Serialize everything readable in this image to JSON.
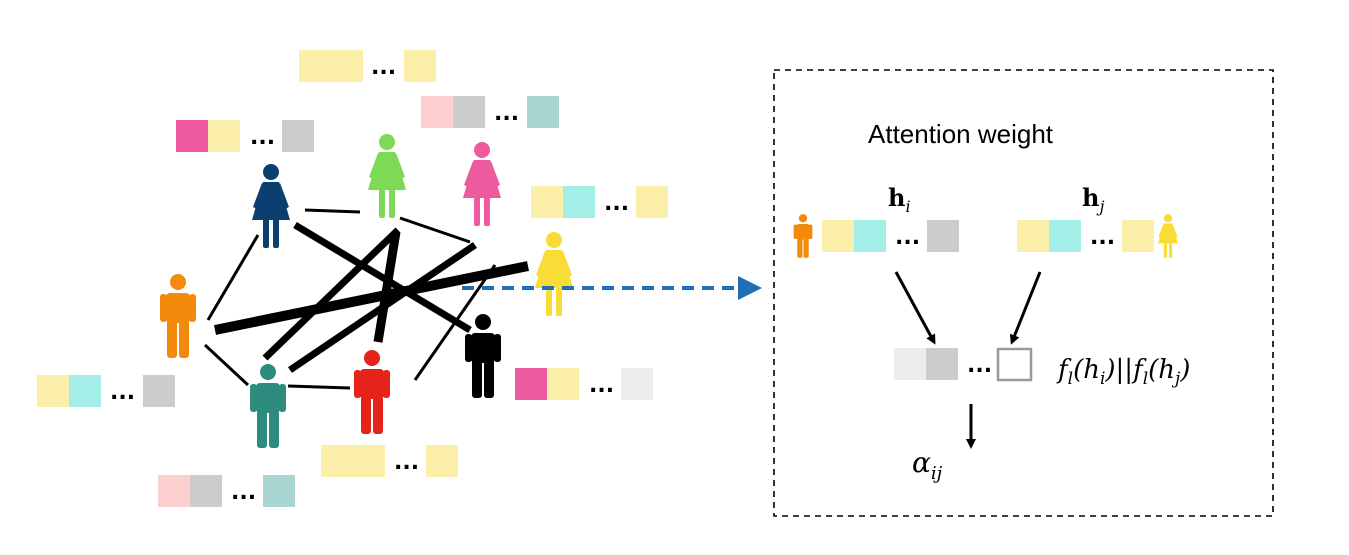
{
  "colors": {
    "yellow": "#fcefaa",
    "cyan": "#a3eee6",
    "grey": "#cccccc",
    "light_grey": "#ececec",
    "pink": "#ee5aa0",
    "light_pink": "#fdd0d0",
    "teal_pale": "#a9d6d3",
    "arrow_blue": "#1f6fb4",
    "person_navy": "#0b3f70",
    "person_green": "#7ed957",
    "person_pink": "#ee5aa0",
    "person_yellow": "#fadc36",
    "person_orange": "#f48a0c",
    "person_teal": "#2d8c7e",
    "person_red": "#e5231b",
    "person_black": "#000000"
  },
  "graph": {
    "ellipsis": "...",
    "icons": [
      "person-icon",
      "arrow-icon"
    ]
  },
  "panel": {
    "title": "Attention weight",
    "h_i": {
      "bold": "h",
      "sub": "i"
    },
    "h_j": {
      "bold": "h",
      "sub": "j"
    },
    "concat": {
      "f1": "f",
      "l1": "l",
      "arg1": "(h",
      "i1": "i",
      "mid": ")||",
      "f2": "f",
      "l2": "l",
      "arg2": "(h",
      "j2": "j",
      "end": ")"
    },
    "alpha": {
      "sym": "α",
      "sub": "ij"
    },
    "ellipsis": "..."
  }
}
